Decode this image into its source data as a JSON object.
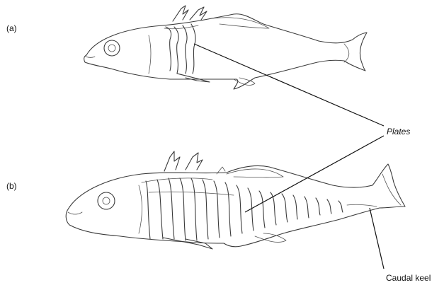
{
  "figure": {
    "panel_a_label": "(a)",
    "panel_b_label": "(b)",
    "plates_label": "Plates",
    "caudal_keel_label": "Caudal keel",
    "icons": {
      "fish_a": "low-plated-stickleback-drawing",
      "fish_b": "fully-plated-stickleback-drawing"
    }
  }
}
